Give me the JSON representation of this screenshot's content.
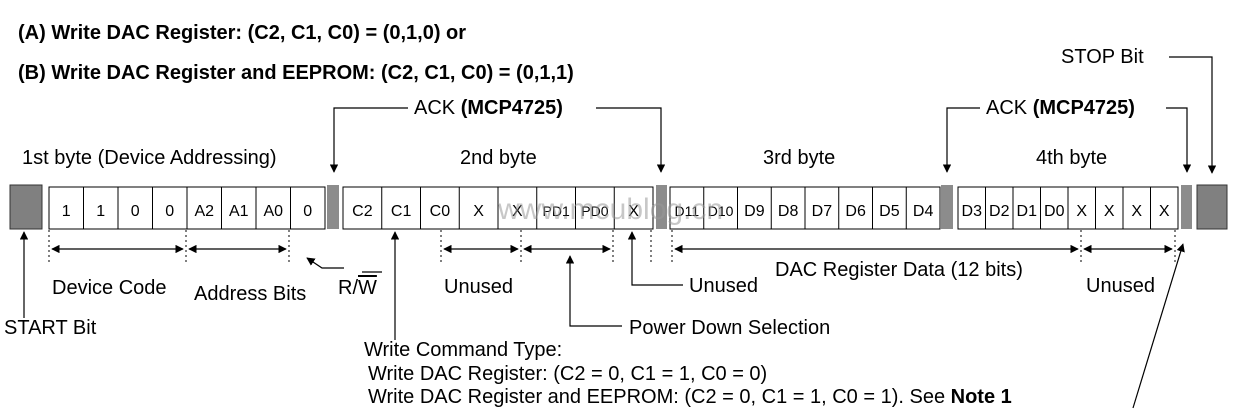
{
  "title_a": "(A) Write DAC Register: (C2, C1, C0) = (0,1,0) or",
  "title_b": "(B) Write DAC Register and EEPROM: (C2, C1, C0) = (0,1,1)",
  "stop_bit": "STOP Bit",
  "ack1": {
    "text": "ACK ",
    "bold": "(MCP4725)"
  },
  "ack2": {
    "text": "ACK ",
    "bold": "(MCP4725)"
  },
  "byte_labels": [
    "1st byte (Device Addressing)",
    "2nd byte",
    "3rd byte",
    "4th byte"
  ],
  "byte1_cells": [
    "1",
    "1",
    "0",
    "0",
    "A2",
    "A1",
    "A0",
    "0"
  ],
  "byte2_cells": [
    "C2",
    "C1",
    "C0",
    "X",
    "X",
    "PD1",
    "PD0",
    "X"
  ],
  "byte3_cells": [
    "D11",
    "D10",
    "D9",
    "D8",
    "D7",
    "D6",
    "D5",
    "D4"
  ],
  "byte4_cells": [
    "D3",
    "D2",
    "D1",
    "D0",
    "X",
    "X",
    "X",
    "X"
  ],
  "device_code": "Device Code",
  "address_bits": "Address Bits",
  "rw_prefix": "R/",
  "rw_overline": "W",
  "unused_1": "Unused",
  "unused_2": "Unused",
  "unused_3": "Unused",
  "dac_register_data": "DAC Register Data (12 bits)",
  "start_bit": "START Bit",
  "power_down_selection": "Power Down Selection",
  "write_command_type": "Write Command Type:",
  "write_dac_line": "Write DAC Register: (C2 = 0, C1 = 1, C0 = 0)",
  "write_eeprom_line": "Write DAC Register and EEPROM: (C2 = 0, C1 = 1, C0 = 1). See ",
  "note1": "Note 1",
  "watermark": "www.mcublog.cn"
}
